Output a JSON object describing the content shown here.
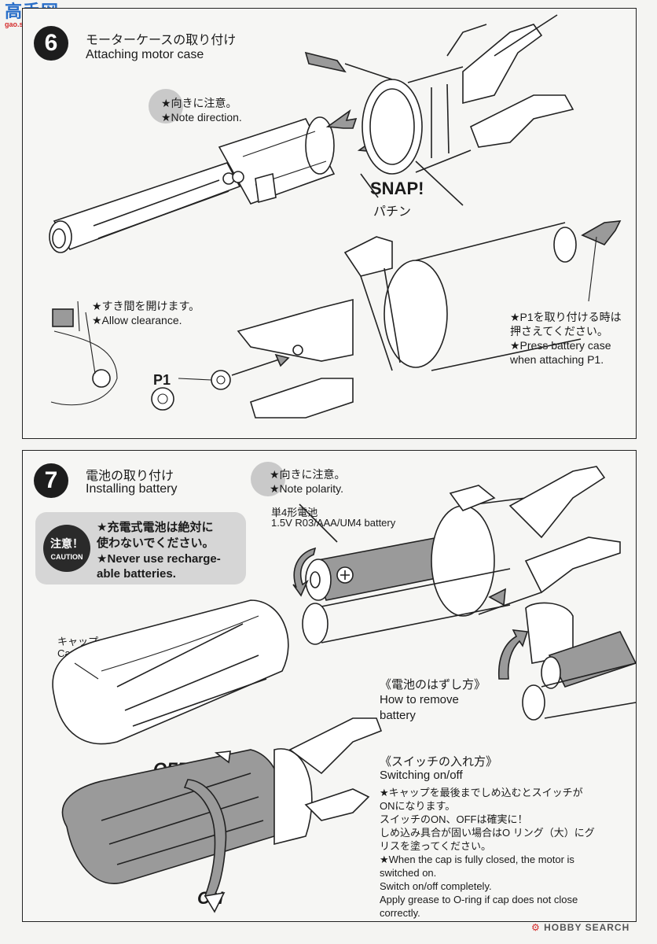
{
  "watermark_top": {
    "logo": "高手网",
    "url": "gao.shou.com"
  },
  "step6": {
    "number": "6",
    "title_jp": "モーターケースの取り付け",
    "title_en": "Attaching motor case",
    "note_direction_jp": "★向きに注意。",
    "note_direction_en": "★Note direction.",
    "snap_en": "SNAP!",
    "snap_jp": "パチン",
    "clearance_jp": "★すき間を開けます。",
    "clearance_en": "★Allow clearance.",
    "part_label": "P1",
    "press_jp_1": "★P1を取り付ける時は",
    "press_jp_2": "押さえてください。",
    "press_en_1": "★Press battery case",
    "press_en_2": "when attaching P1."
  },
  "step7": {
    "number": "7",
    "title_jp": "電池の取り付け",
    "title_en": "Installing battery",
    "polarity_jp": "★向きに注意。",
    "polarity_en": "★Note polarity.",
    "caution_badge_jp": "注意！",
    "caution_badge_en": "CAUTION",
    "caution_jp_1": "★充電式電池は絶対に",
    "caution_jp_2": "使わないでください。",
    "caution_en_1": "★Never use recharge-",
    "caution_en_2": "able batteries.",
    "battery_jp": "単4形電池",
    "battery_en": "1.5V R03/AAA/UM4 battery",
    "cap_jp": "キャップ",
    "cap_en": "Cap",
    "remove_jp": "《電池のはずし方》",
    "remove_en_1": "How to remove",
    "remove_en_2": "battery",
    "switch_jp": "《スイッチの入れ方》",
    "switch_en": "Switching on/off",
    "switch_note_jp_1": "★キャップを最後までしめ込むとスイッチが",
    "switch_note_jp_2": "ONになります。",
    "switch_note_jp_3": "スイッチのON、OFFは確実に！",
    "switch_note_jp_4": "しめ込み具合が固い場合はO リング（大）にグ",
    "switch_note_jp_5": "リスを塗ってください。",
    "switch_note_en_1": "★When the cap is fully closed, the motor is",
    "switch_note_en_2": "switched on.",
    "switch_note_en_3": "Switch on/off completely.",
    "switch_note_en_4": "Apply grease to O-ring if cap does not close",
    "switch_note_en_5": "correctly.",
    "off_label": "OFF",
    "on_label": "ON"
  },
  "watermark_bottom": {
    "text": "HOBBY SEARCH"
  },
  "colors": {
    "ink": "#1a1a1a",
    "badge": "#1d1d1d",
    "gray_box": "#d6d6d6",
    "star_circle": "#c9c9c9",
    "paper": "#f4f4f2",
    "watermark_blue": "#2a6fc9",
    "watermark_red": "#d42a2a"
  }
}
